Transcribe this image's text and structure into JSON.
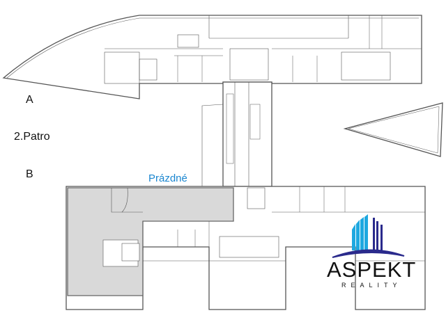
{
  "floor_label": "2.Patro",
  "wings": [
    {
      "label": "A"
    },
    {
      "label": "B"
    }
  ],
  "vacancy_label": "Prázdné",
  "logo": {
    "name": "ASPEKT",
    "subtitle": "REALITY"
  },
  "colors": {
    "vacant_fill": "#d9d9d9",
    "wall": "#555555",
    "vacancy_text": "#1a86d0",
    "logo_light": "#1ea8e0",
    "logo_dark": "#2a2a8c"
  }
}
